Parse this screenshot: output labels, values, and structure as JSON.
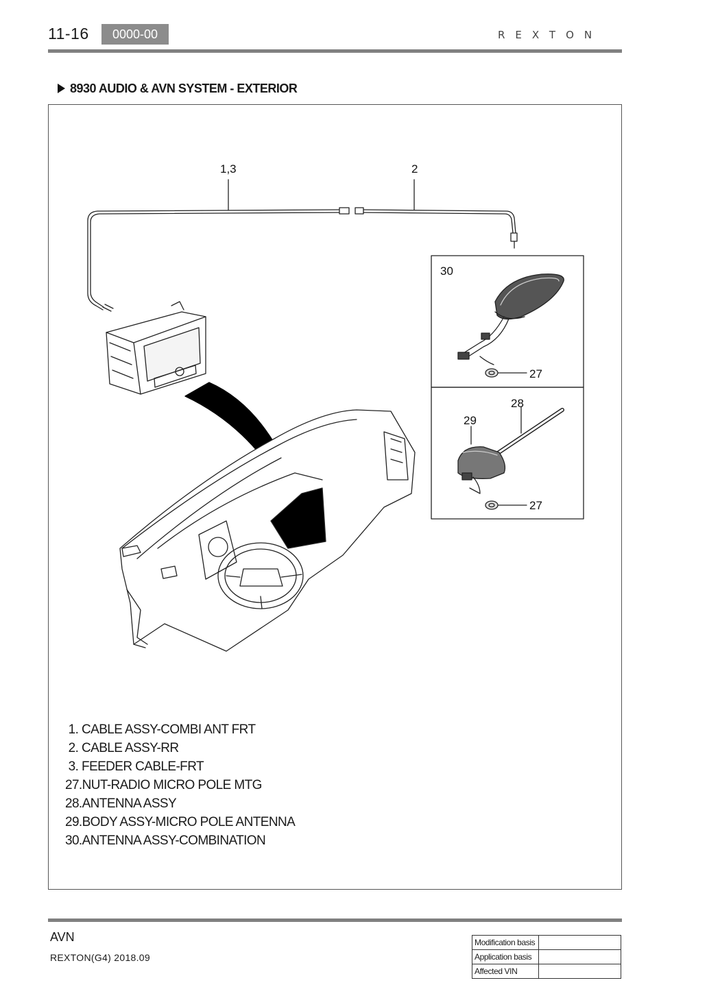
{
  "header": {
    "page_number": "11-16",
    "section_code": "0000-00",
    "brand": "REXTON"
  },
  "section_title": "8930 AUDIO & AVN SYSTEM - EXTERIOR",
  "figure": {
    "callouts": {
      "cable_front": "1,3",
      "cable_rear": "2",
      "antenna_combination": "30",
      "nut_upper": "27",
      "antenna_assy": "28",
      "body_assy": "29",
      "nut_lower": "27"
    }
  },
  "parts_legend": [
    " 1. CABLE ASSY-COMBI ANT FRT",
    " 2. CABLE ASSY-RR",
    " 3. FEEDER CABLE-FRT",
    "27.NUT-RADIO MICRO POLE MTG",
    "28.ANTENNA ASSY",
    "29.BODY ASSY-MICRO POLE ANTENNA",
    "30.ANTENNA ASSY-COMBINATION"
  ],
  "footer": {
    "chapter": "AVN",
    "model": "REXTON(G4) 2018.09",
    "revision_rows": [
      {
        "label": "Modification basis",
        "value": ""
      },
      {
        "label": "Application basis",
        "value": ""
      },
      {
        "label": "Affected VIN",
        "value": ""
      }
    ]
  },
  "colors": {
    "rule": "#808080",
    "section_code_bg": "#8c8c8c",
    "text": "#1a1a1a"
  }
}
